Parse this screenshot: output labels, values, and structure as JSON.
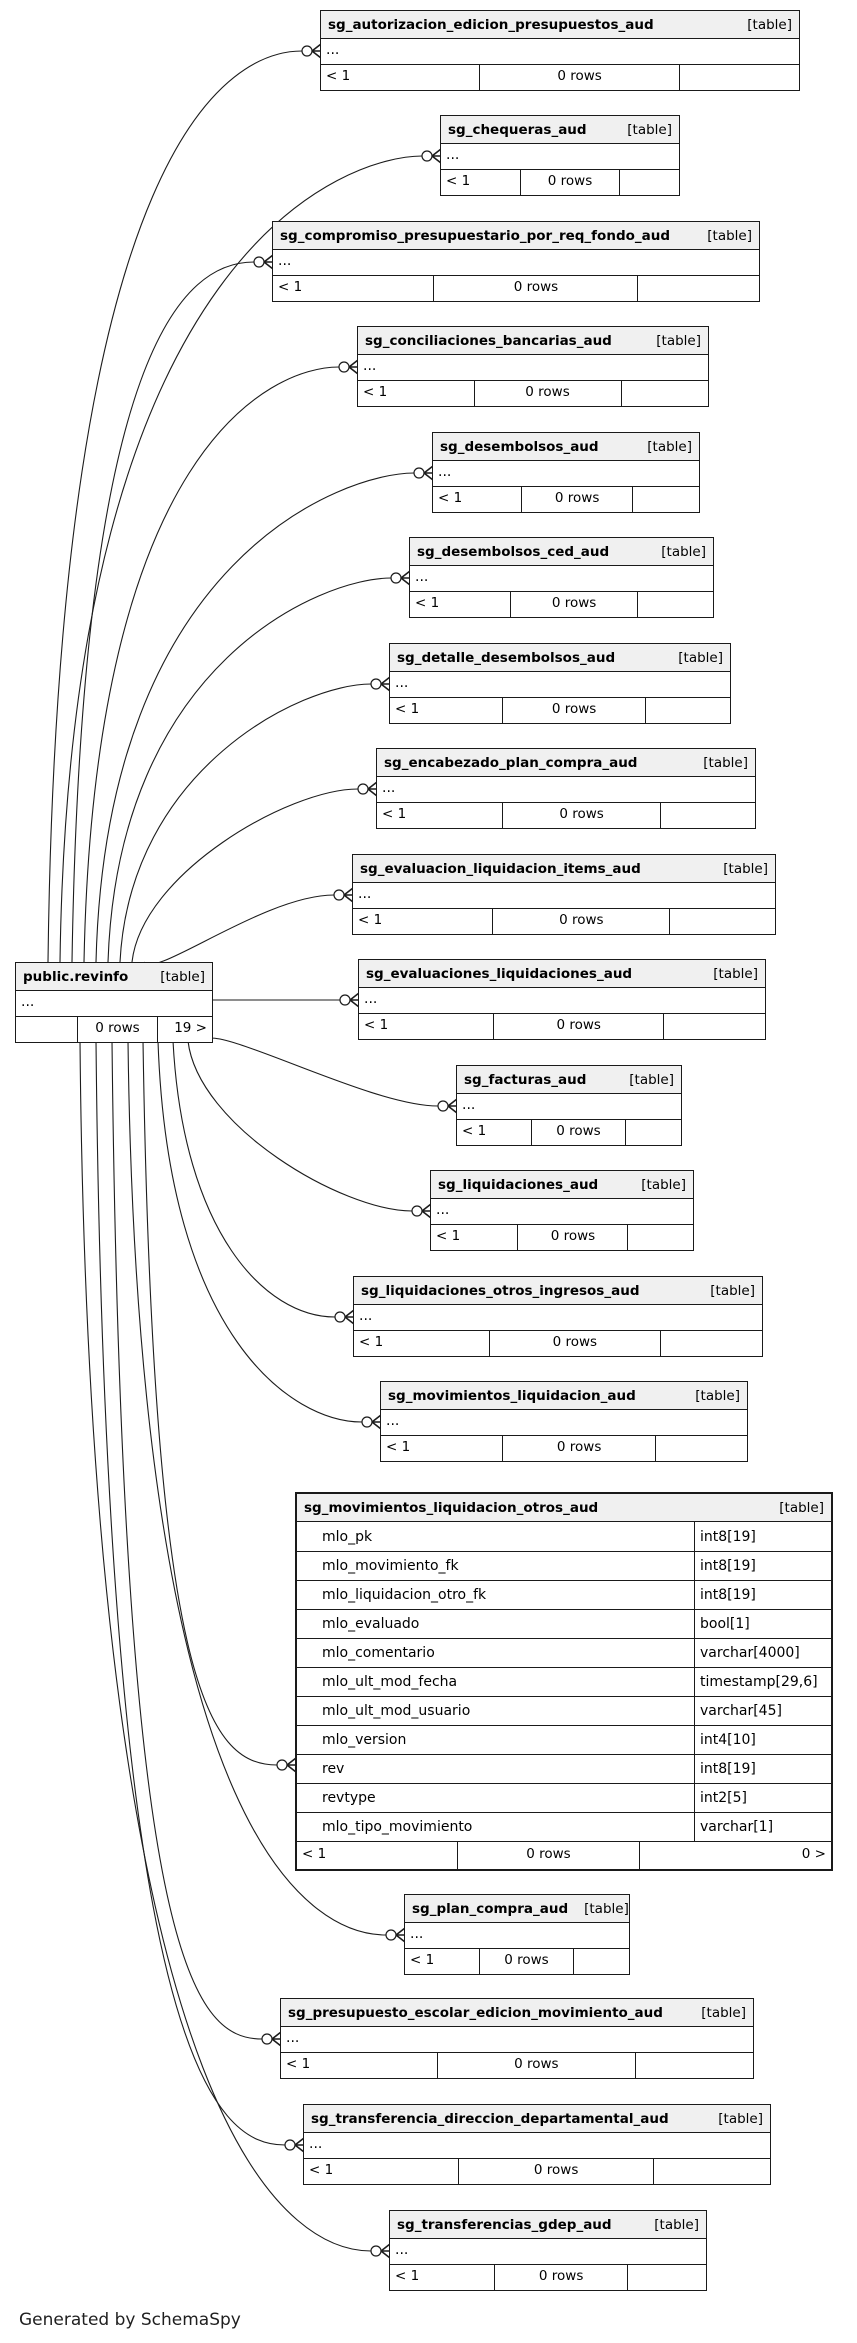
{
  "generated_by": "Generated by SchemaSpy",
  "revinfo": {
    "name": "public.revinfo",
    "tag": "[table]",
    "ellipsis": "...",
    "footer_cells": [
      "",
      "0 rows",
      "19 >"
    ]
  },
  "tables": [
    {
      "name": "sg_autorizacion_edicion_presupuestos_aud",
      "tag": "[table]",
      "ellipsis": "...",
      "footer_cells": [
        "< 1",
        "0 rows",
        ""
      ]
    },
    {
      "name": "sg_chequeras_aud",
      "tag": "[table]",
      "ellipsis": "...",
      "footer_cells": [
        "< 1",
        "0 rows",
        ""
      ]
    },
    {
      "name": "sg_compromiso_presupuestario_por_req_fondo_aud",
      "tag": "[table]",
      "ellipsis": "...",
      "footer_cells": [
        "< 1",
        "0 rows",
        ""
      ]
    },
    {
      "name": "sg_conciliaciones_bancarias_aud",
      "tag": "[table]",
      "ellipsis": "...",
      "footer_cells": [
        "< 1",
        "0 rows",
        ""
      ]
    },
    {
      "name": "sg_desembolsos_aud",
      "tag": "[table]",
      "ellipsis": "...",
      "footer_cells": [
        "< 1",
        "0 rows",
        ""
      ]
    },
    {
      "name": "sg_desembolsos_ced_aud",
      "tag": "[table]",
      "ellipsis": "...",
      "footer_cells": [
        "< 1",
        "0 rows",
        ""
      ]
    },
    {
      "name": "sg_detalle_desembolsos_aud",
      "tag": "[table]",
      "ellipsis": "...",
      "footer_cells": [
        "< 1",
        "0 rows",
        ""
      ]
    },
    {
      "name": "sg_encabezado_plan_compra_aud",
      "tag": "[table]",
      "ellipsis": "...",
      "footer_cells": [
        "< 1",
        "0 rows",
        ""
      ]
    },
    {
      "name": "sg_evaluacion_liquidacion_items_aud",
      "tag": "[table]",
      "ellipsis": "...",
      "footer_cells": [
        "< 1",
        "0 rows",
        ""
      ]
    },
    {
      "name": "sg_evaluaciones_liquidaciones_aud",
      "tag": "[table]",
      "ellipsis": "...",
      "footer_cells": [
        "< 1",
        "0 rows",
        ""
      ]
    },
    {
      "name": "sg_facturas_aud",
      "tag": "[table]",
      "ellipsis": "...",
      "footer_cells": [
        "< 1",
        "0 rows",
        ""
      ]
    },
    {
      "name": "sg_liquidaciones_aud",
      "tag": "[table]",
      "ellipsis": "...",
      "footer_cells": [
        "< 1",
        "0 rows",
        ""
      ]
    },
    {
      "name": "sg_liquidaciones_otros_ingresos_aud",
      "tag": "[table]",
      "ellipsis": "...",
      "footer_cells": [
        "< 1",
        "0 rows",
        ""
      ]
    },
    {
      "name": "sg_movimientos_liquidacion_aud",
      "tag": "[table]",
      "ellipsis": "...",
      "footer_cells": [
        "< 1",
        "0 rows",
        ""
      ]
    },
    {
      "name": "sg_movimientos_liquidacion_otros_aud",
      "tag": "[table]",
      "columns": [
        {
          "key": true,
          "name": "mlo_pk",
          "type": "int8[19]"
        },
        {
          "key": false,
          "name": "mlo_movimiento_fk",
          "type": "int8[19]"
        },
        {
          "key": false,
          "name": "mlo_liquidacion_otro_fk",
          "type": "int8[19]"
        },
        {
          "key": false,
          "name": "mlo_evaluado",
          "type": "bool[1]"
        },
        {
          "key": false,
          "name": "mlo_comentario",
          "type": "varchar[4000]"
        },
        {
          "key": false,
          "name": "mlo_ult_mod_fecha",
          "type": "timestamp[29,6]"
        },
        {
          "key": false,
          "name": "mlo_ult_mod_usuario",
          "type": "varchar[45]"
        },
        {
          "key": false,
          "name": "mlo_version",
          "type": "int4[10]"
        },
        {
          "key": true,
          "name": "rev",
          "type": "int8[19]"
        },
        {
          "key": false,
          "name": "revtype",
          "type": "int2[5]"
        },
        {
          "key": false,
          "name": "mlo_tipo_movimiento",
          "type": "varchar[1]"
        }
      ],
      "footer_cells": [
        "< 1",
        "0 rows",
        "0 >"
      ]
    },
    {
      "name": "sg_plan_compra_aud",
      "tag": "[table]",
      "ellipsis": "...",
      "footer_cells": [
        "< 1",
        "0 rows",
        ""
      ]
    },
    {
      "name": "sg_presupuesto_escolar_edicion_movimiento_aud",
      "tag": "[table]",
      "ellipsis": "...",
      "footer_cells": [
        "< 1",
        "0 rows",
        ""
      ]
    },
    {
      "name": "sg_transferencia_direccion_departamental_aud",
      "tag": "[table]",
      "ellipsis": "...",
      "footer_cells": [
        "< 1",
        "0 rows",
        ""
      ]
    },
    {
      "name": "sg_transferencias_gdep_aud",
      "tag": "[table]",
      "ellipsis": "...",
      "footer_cells": [
        "< 1",
        "0 rows",
        ""
      ]
    }
  ]
}
